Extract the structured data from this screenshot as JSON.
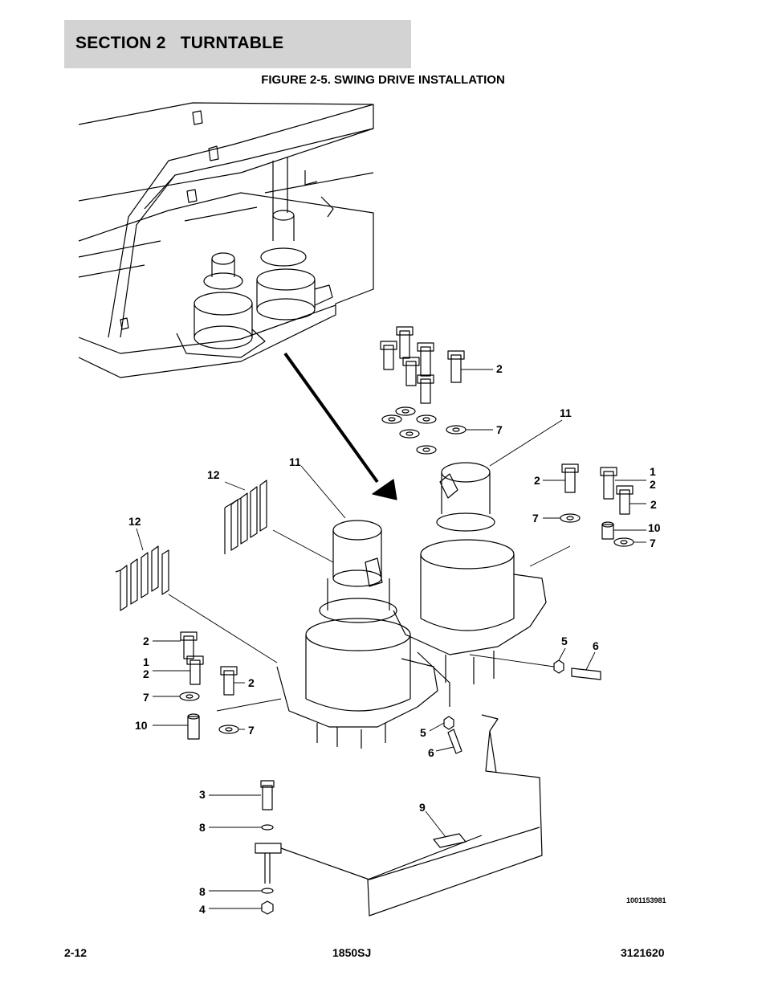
{
  "header": {
    "section_title": "SECTION 2   TURNTABLE"
  },
  "figure": {
    "title": "FIGURE 2-5. SWING DRIVE INSTALLATION",
    "drawing_number": "1001153981",
    "callouts": {
      "c1": "2",
      "c2": "7",
      "c3": "11",
      "c4": "12",
      "c5": "11",
      "c6": "2",
      "c7": "1",
      "c8": "2",
      "c9": "2",
      "c10": "7",
      "c11": "10",
      "c12": "7",
      "c13": "12",
      "c14": "2",
      "c15": "1",
      "c16": "2",
      "c17": "2",
      "c18": "7",
      "c19": "10",
      "c20": "7",
      "c21": "5",
      "c22": "6",
      "c23": "5",
      "c24": "6",
      "c25": "3",
      "c26": "9",
      "c27": "8",
      "c28": "8",
      "c29": "4"
    }
  },
  "footer": {
    "page": "2-12",
    "model": "1850SJ",
    "doc_number": "3121620"
  }
}
